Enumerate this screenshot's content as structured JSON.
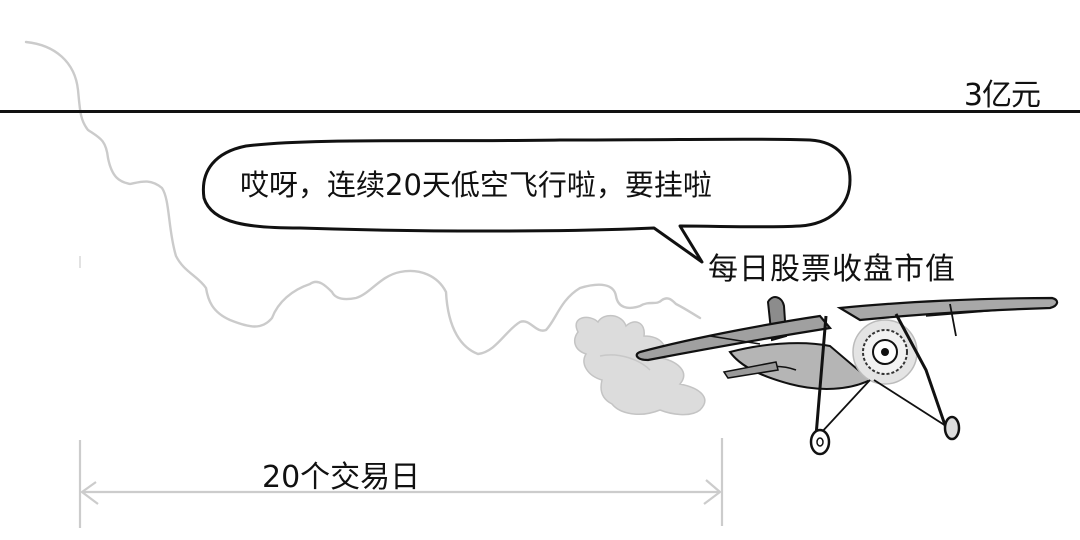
{
  "threshold": {
    "label": "3亿元",
    "line_color": "#111111"
  },
  "speech_bubble": {
    "text": "哎呀，连续20天低空飞行啦，要挂啦"
  },
  "series": {
    "label": "每日股票收盘市值",
    "line_color": "#c8c8c8"
  },
  "dimension": {
    "label": "20个交易日",
    "line_color": "#cccccc"
  },
  "illustration": {
    "subject": "airplane-with-smoke",
    "smoke_color": "#d9d9d9",
    "wing_color": "#9a9a9a"
  }
}
